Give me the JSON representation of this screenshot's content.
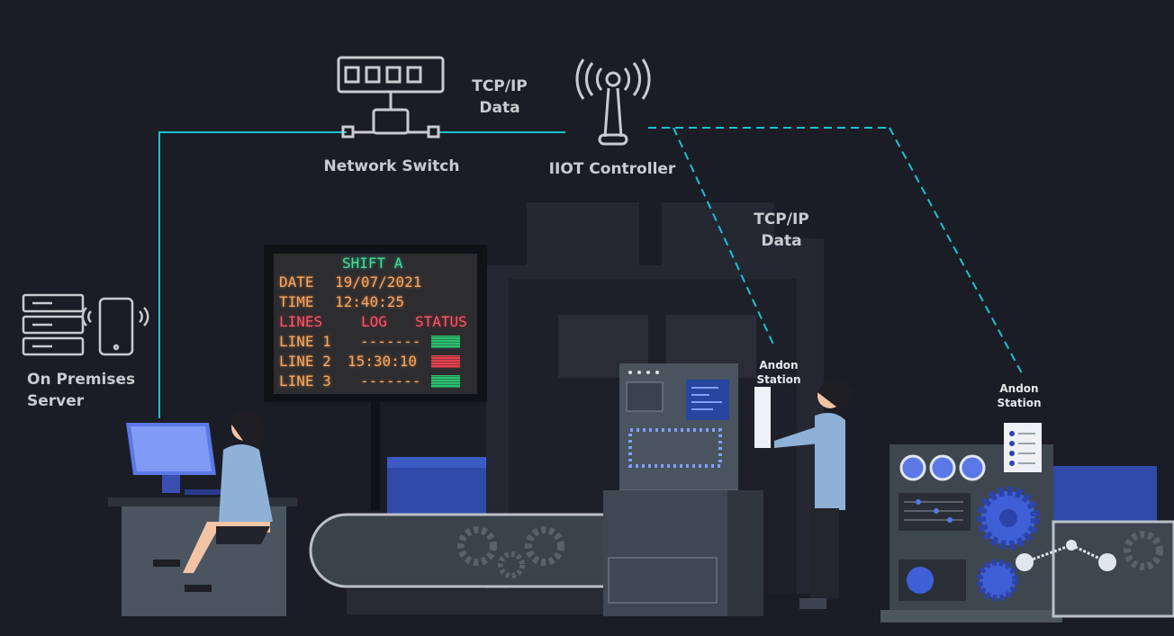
{
  "network": {
    "switch_label": "Network Switch",
    "controller_label": "IIOT Controller",
    "link1_label": "TCP/IP Data",
    "link2_label": "TCP/IP Data",
    "server_label": "On Premises Server",
    "andon1_label": "Andon Station",
    "andon2_label": "Andon Station"
  },
  "board": {
    "title": "SHIFT A",
    "date_label": "DATE",
    "date_value": "19/07/2021",
    "time_label": "TIME",
    "time_value": "12:40:25",
    "headers": [
      "LINES",
      "LOG",
      "STATUS"
    ],
    "rows": [
      {
        "line": "LINE 1",
        "log": "-------",
        "status": "ok"
      },
      {
        "line": "LINE 2",
        "log": "15:30:10",
        "status": "fault"
      },
      {
        "line": "LINE 3",
        "log": "-------",
        "status": "ok"
      }
    ]
  },
  "colors": {
    "background": "#1b1d26",
    "link": "#19c3d3",
    "ok": "#2fbf71",
    "fault": "#e0424f"
  }
}
